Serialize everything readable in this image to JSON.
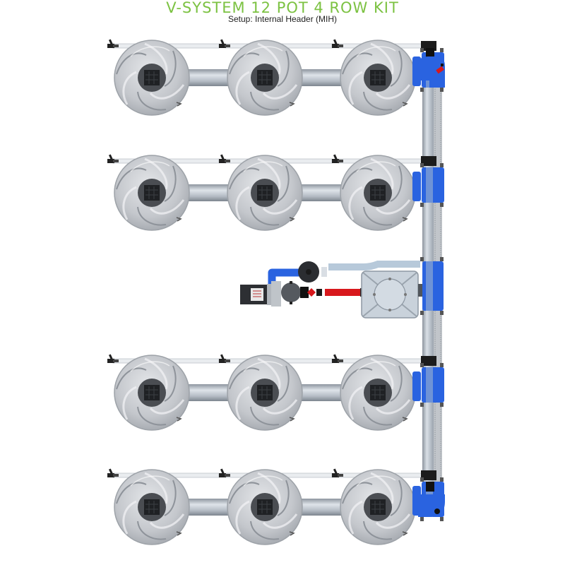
{
  "header": {
    "title": "V-SYSTEM 12 POT 4 ROW KIT",
    "subtitle": "Setup: Internal Header (MIH)"
  },
  "diagram": {
    "type": "hydroponic-system-layout",
    "rows": 4,
    "pots_per_row": 3,
    "total_pots": 12,
    "components": [
      "pots",
      "connector-pipes",
      "header-pipe",
      "pump",
      "filter",
      "valve",
      "reservoir-lid",
      "elbow-fittings"
    ],
    "colors": {
      "title_green": "#7cc242",
      "pipe_blue": "#2a63e0",
      "pipe_red": "#d8181c",
      "pot_gray": "#c9ccd1",
      "header_pipe": "#b9c4d0"
    }
  }
}
